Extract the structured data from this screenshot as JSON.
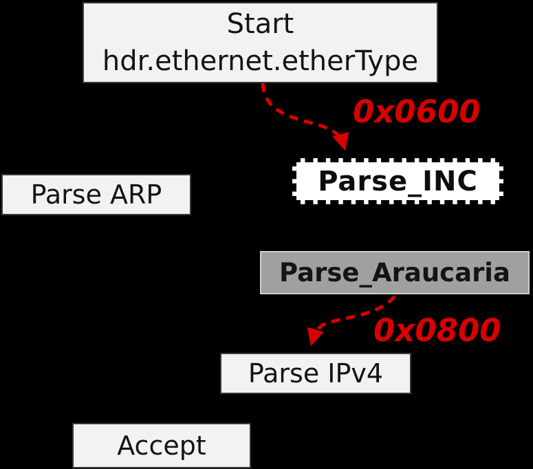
{
  "diagram": {
    "type": "parser-state-machine",
    "background": "#000000"
  },
  "colors": {
    "background": "#000000",
    "light_box_fill": "#f2f2f2",
    "inc_box_fill": "#ffffff",
    "araucaria_box_fill": "#a0a0a0",
    "araucaria_box_border": "#cfcfcf",
    "text": "#141414",
    "edge_red": "#d90000"
  },
  "nodes": {
    "start": {
      "line1": "Start",
      "line2": "hdr.ethernet.etherType"
    },
    "parse_arp": {
      "label": "Parse ARP"
    },
    "parse_inc": {
      "label": "Parse_INC"
    },
    "parse_araucaria": {
      "label": "Parse_Araucaria"
    },
    "parse_ipv4": {
      "label": "Parse IPv4"
    },
    "accept": {
      "label": "Accept"
    }
  },
  "edges": {
    "etherType_0600": {
      "label": "0x0600",
      "from": "start",
      "to": "parse_inc",
      "style": "red-dashed-arrow"
    },
    "etherType_0800": {
      "label": "0x0800",
      "from": "parse_araucaria",
      "to": "parse_ipv4",
      "style": "red-dashed-arrow"
    }
  }
}
